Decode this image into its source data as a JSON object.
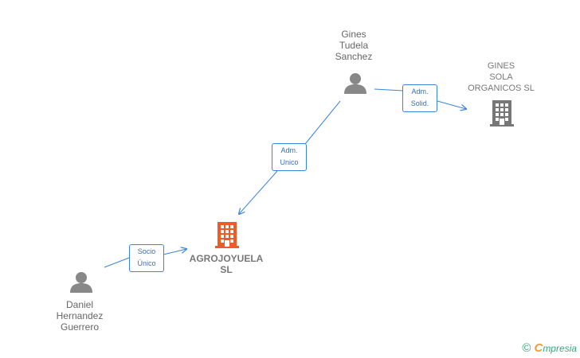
{
  "nodes": {
    "gines_tudela": {
      "lines": [
        "Gines",
        "Tudela",
        "Sanchez"
      ],
      "icon": "person-icon"
    },
    "gines_sola": {
      "lines": [
        "GINES",
        "SOLA",
        "ORGANICOS SL"
      ],
      "icon": "building-icon"
    },
    "agrojoyuela": {
      "lines": [
        "AGROJOYUELA",
        "SL"
      ],
      "icon": "building-icon"
    },
    "daniel": {
      "lines": [
        "Daniel",
        "Hernandez",
        "Guerrero"
      ],
      "icon": "person-icon"
    }
  },
  "edges": {
    "adm_solid": {
      "lines": [
        "Adm.",
        "Solid."
      ]
    },
    "adm_unico": {
      "lines": [
        "Adm.",
        "Unico"
      ]
    },
    "socio_unico": {
      "lines": [
        "Socio",
        "Único"
      ]
    }
  },
  "brand": {
    "copyright": "©",
    "e": "C",
    "rest": "mpresia"
  },
  "colors": {
    "edge": "#3a84d9",
    "person": "#888888",
    "company_main": "#f05a28",
    "company_other": "#777777"
  }
}
